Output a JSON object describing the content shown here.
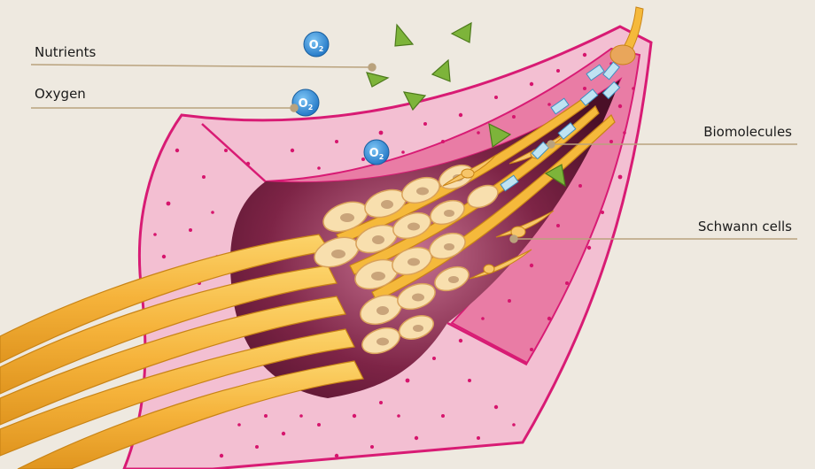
{
  "labels": {
    "nutrients": "Nutrients",
    "oxygen": "Oxygen",
    "biomolecules": "Biomolecules",
    "schwann_cells": "Schwann cells"
  },
  "molecule_symbol": "O",
  "molecule_subscript": "2",
  "colors": {
    "background": "#eee9e0",
    "tissue_outer": "#f3bfd2",
    "tissue_mid": "#e97ca5",
    "tissue_border": "#d81b74",
    "tissue_dots": "#d6156d",
    "lumen": "#5e1632",
    "nerve_fiber": "#f5b93b",
    "cell_body": "#f8dfae",
    "oxygen_bubble": "#2f8bd6",
    "nutrient_triangle": "#7db43a",
    "biomolecule_rect": "#bfe3f2",
    "leader_line": "#b9a27d"
  }
}
